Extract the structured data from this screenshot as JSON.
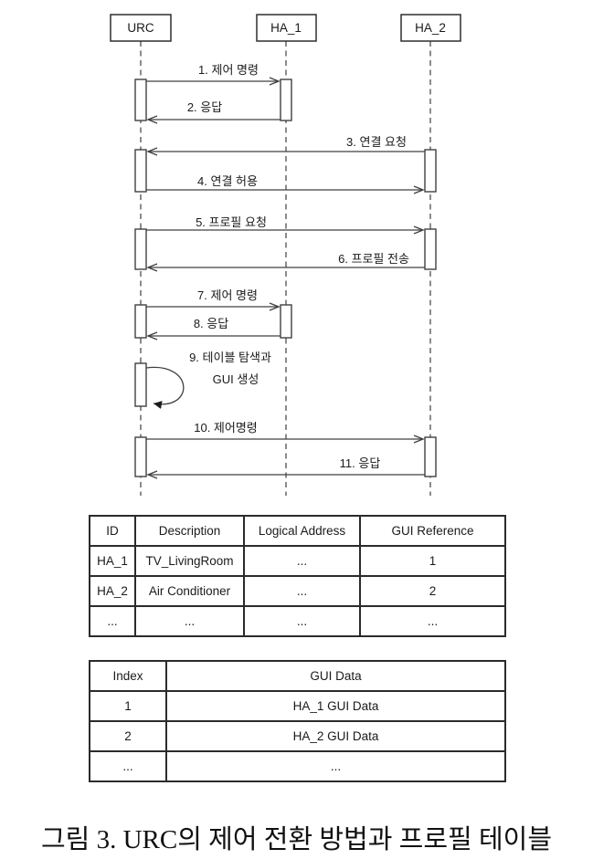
{
  "diagram": {
    "actors": [
      {
        "name": "URC"
      },
      {
        "name": "HA_1"
      },
      {
        "name": "HA_2"
      }
    ],
    "messages": [
      {
        "label": "1. 제어 명령",
        "from": "URC",
        "to": "HA_1"
      },
      {
        "label": "2. 응답",
        "from": "HA_1",
        "to": "URC"
      },
      {
        "label": "3. 연결 요청",
        "from": "HA_2",
        "to": "URC"
      },
      {
        "label": "4. 연결 허용",
        "from": "URC",
        "to": "HA_2"
      },
      {
        "label": "5. 프로필 요청",
        "from": "URC",
        "to": "HA_2"
      },
      {
        "label": "6. 프로필 전송",
        "from": "HA_2",
        "to": "URC"
      },
      {
        "label": "7. 제어 명령",
        "from": "URC",
        "to": "HA_1"
      },
      {
        "label": "8. 응답",
        "from": "HA_1",
        "to": "URC"
      },
      {
        "label_line1": "9. 테이블 탐색과",
        "label_line2": "GUI 생성",
        "from": "URC",
        "to": "URC"
      },
      {
        "label": "10. 제어명령",
        "from": "URC",
        "to": "HA_2"
      },
      {
        "label": "11. 응답",
        "from": "HA_2",
        "to": "URC"
      }
    ]
  },
  "device_table": {
    "headers": [
      "ID",
      "Description",
      "Logical Address",
      "GUI Reference"
    ],
    "rows": [
      [
        "HA_1",
        "TV_LivingRoom",
        "...",
        "1"
      ],
      [
        "HA_2",
        "Air Conditioner",
        "...",
        "2"
      ],
      [
        "...",
        "...",
        "...",
        "..."
      ]
    ]
  },
  "gui_table": {
    "headers": [
      "Index",
      "GUI Data"
    ],
    "rows": [
      [
        "1",
        "HA_1 GUI Data"
      ],
      [
        "2",
        "HA_2 GUI Data"
      ],
      [
        "...",
        "..."
      ]
    ]
  },
  "caption": "그림 3. URC의 제어 전환 방법과 프로필 테이블",
  "colors": {
    "background": "#ffffff",
    "line": "#404040",
    "text": "#1a1a1a"
  }
}
